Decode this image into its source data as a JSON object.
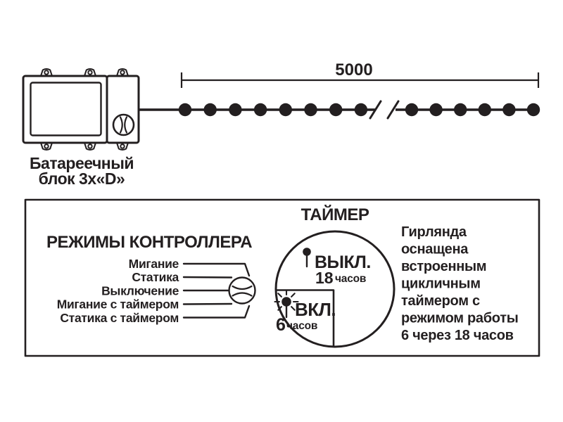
{
  "colors": {
    "ink": "#231f20",
    "background": "#ffffff"
  },
  "battery_block": {
    "label_line1": "Батареечный",
    "label_line2": "блок 3х«D»"
  },
  "dimension": {
    "length_label": "5000"
  },
  "garland": {
    "bulbs_before_break": 8,
    "bulbs_after_break": 6
  },
  "controller": {
    "title": "РЕЖИМЫ КОНТРОЛЛЕРА",
    "modes": [
      "Мигание",
      "Статика",
      "Выключение",
      "Мигание с таймером",
      "Статика с таймером"
    ]
  },
  "timer": {
    "title": "ТАЙМЕР",
    "off": {
      "label": "ВЫКЛ.",
      "value": "18",
      "unit": "часов"
    },
    "on": {
      "label": "ВКЛ.",
      "value": "6",
      "unit": "часов"
    }
  },
  "description": {
    "lines": [
      "Гирлянда",
      "оснащена",
      "встроенным",
      "цикличным",
      "таймером с",
      "режимом работы",
      "6 через 18 часов"
    ]
  }
}
